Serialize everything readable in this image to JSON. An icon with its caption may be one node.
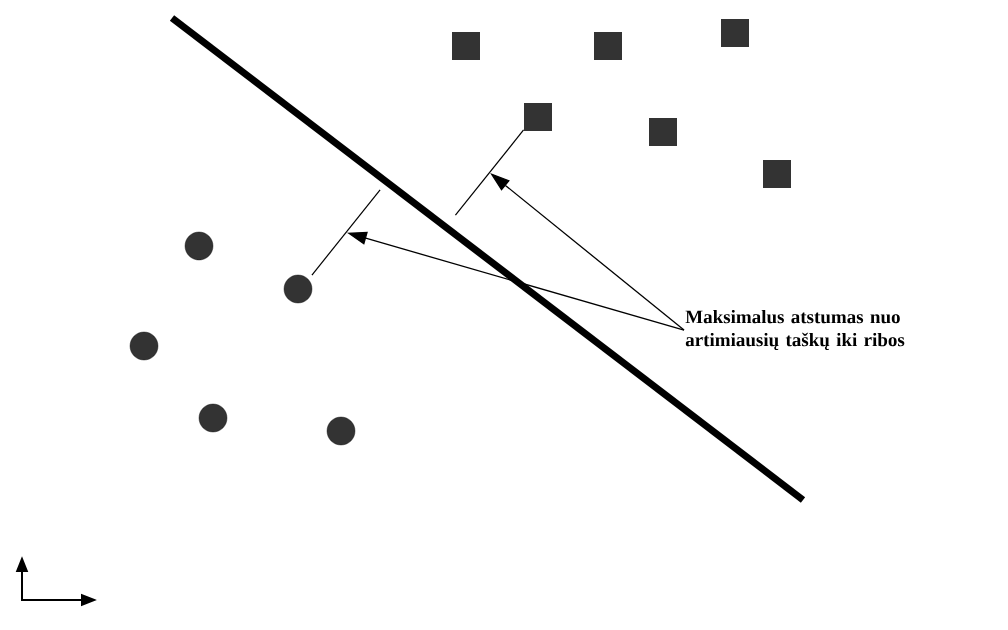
{
  "diagram": {
    "nodes": [
      {
        "text": [
          "Maksimalus atstumas nuo artimiausių taškų iki ribos"
        ]
      },
      {
        "text": [],
        "shape": "line"
      },
      {
        "text": [],
        "shape": "line"
      }
    ],
    "edges": [
      {
        "from": 0,
        "to": 1,
        "arrow": "to"
      },
      {
        "from": 0,
        "to": 2,
        "arrow": "to"
      }
    ]
  }
}
